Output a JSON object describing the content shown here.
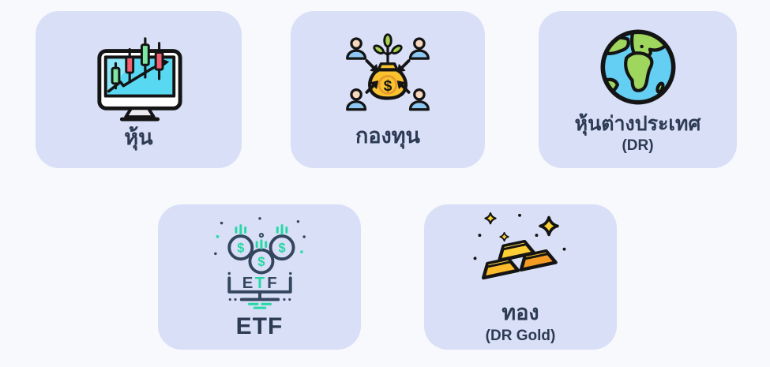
{
  "colors": {
    "page_bg": "#f8f9fd",
    "card_bg": "#d8dff7",
    "label_text": "#2d3a53",
    "outline_black": "#141414",
    "screen_cyan": "#59d8f2",
    "candle_green": "#7de8a0",
    "candle_red": "#f25f70",
    "bag_yellow": "#f9c330",
    "leaf_green": "#a5d34f",
    "person_blue": "#8ec7f2",
    "skin_tone": "#f7d8bf",
    "globe_ocean": "#64cff2",
    "globe_land": "#9ed65e",
    "etf_navy": "#34455e",
    "etf_green": "#25d9a4",
    "gold_yellow": "#fbbb2a",
    "gold_light": "#ffd84d",
    "gold_orange": "#f59a23"
  },
  "glyphs": {
    "dollar": "$"
  },
  "etf_icon": {
    "letters": [
      "E",
      "T",
      "F"
    ]
  },
  "cards": [
    {
      "label": "หุ้น",
      "icon": "stock-monitor-icon"
    },
    {
      "label": "กองทุน",
      "icon": "mutual-fund-icon"
    },
    {
      "label": "หุ้นต่างประเทศ",
      "sublabel": "(DR)",
      "icon": "globe-icon"
    },
    {
      "label": "ETF",
      "icon": "etf-coins-icon"
    },
    {
      "label": "ทอง",
      "sublabel": "(DR Gold)",
      "icon": "gold-bars-icon"
    }
  ]
}
